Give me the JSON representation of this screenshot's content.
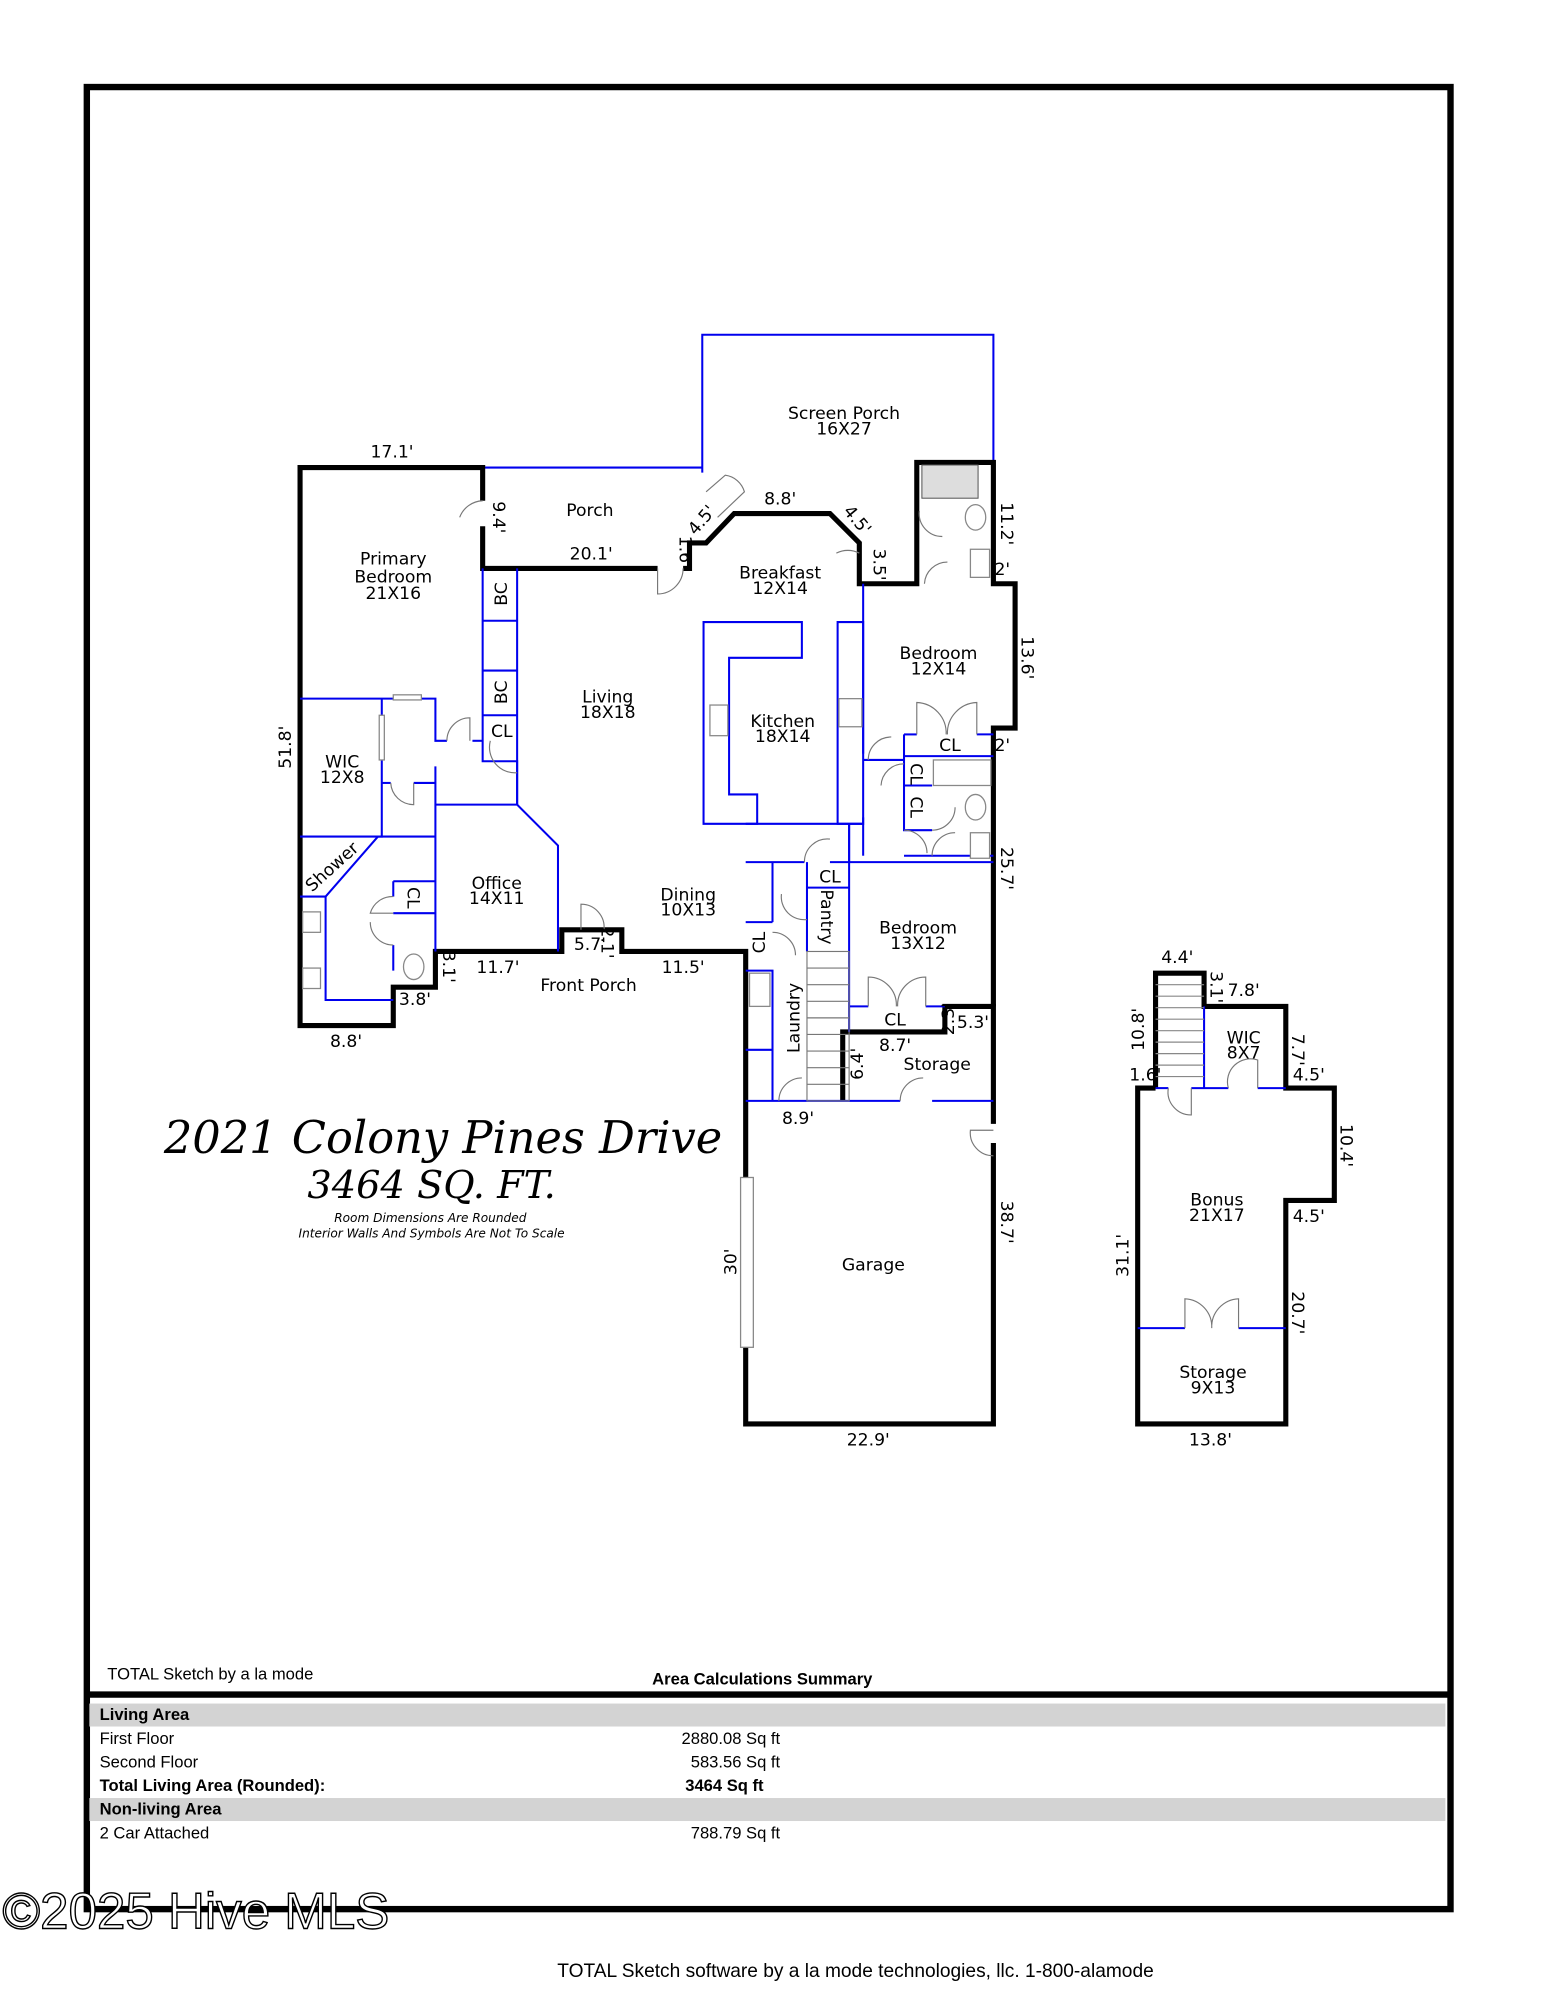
{
  "title": {
    "address": "2021 Colony Pines Drive",
    "area": "3464 SQ. FT.",
    "note_1": "Room Dimensions Are Rounded",
    "note_2": "Interior Walls And Symbols Are Not To Scale"
  },
  "rooms": [
    {
      "name": "Screen Porch",
      "size": "16X27"
    },
    {
      "name": "Porch",
      "size": ""
    },
    {
      "name": "Breakfast",
      "size": "12X14"
    },
    {
      "name": "Primary Bedroom",
      "size": "21X16"
    },
    {
      "name": "Living",
      "size": "18X18"
    },
    {
      "name": "Kitchen",
      "size": "18X14"
    },
    {
      "name": "Bedroom",
      "size": "12X14"
    },
    {
      "name": "WIC",
      "size": "12X8"
    },
    {
      "name": "Office",
      "size": "14X11"
    },
    {
      "name": "Dining",
      "size": "10X13"
    },
    {
      "name": "Bedroom",
      "size": "13X12"
    },
    {
      "name": "Front Porch",
      "size": ""
    },
    {
      "name": "Storage",
      "size": ""
    },
    {
      "name": "Garage",
      "size": ""
    },
    {
      "name": "Bonus",
      "size": "21X17"
    },
    {
      "name": "WIC",
      "size": "8X7"
    },
    {
      "name": "Storage",
      "size": "9X13"
    }
  ],
  "small_labels": [
    "BC",
    "BC",
    "CL",
    "CL",
    "CL",
    "CL",
    "CL",
    "Pantry",
    "CL",
    "CL",
    "Shower",
    "Laundry",
    "CL"
  ],
  "dimensions": [
    "17.1'",
    "9.4'",
    "20.1'",
    "4.5'",
    "1.6'",
    "8.8'",
    "4.5'",
    "3.5'",
    "11.2'",
    "2'",
    "13.6'",
    "2'",
    "25.7'",
    "51.8'",
    "8.8'",
    "3.1'",
    "11.7'",
    "5.7'",
    "2.1'",
    "11.5'",
    "3.8'",
    "2.3'",
    "5.3'",
    "8.7'",
    "6.4'",
    "8.9'",
    "38.7'",
    "30'",
    "22.9'",
    "4.4'",
    "3.1'",
    "7.8'",
    "10.8'",
    "1.6'",
    "7.7'",
    "4.5'",
    "10.4'",
    "4.5'",
    "31.1'",
    "20.7'",
    "13.8'"
  ],
  "summary": {
    "credit": "TOTAL Sketch by a la mode",
    "heading": "Area Calculations Summary",
    "rows": [
      {
        "label": "Living Area",
        "value": "",
        "kind": "section"
      },
      {
        "label": "First Floor",
        "value": "2880.08 Sq ft",
        "kind": "item"
      },
      {
        "label": "Second Floor",
        "value": "583.56 Sq ft",
        "kind": "item"
      },
      {
        "label": "Total Living Area (Rounded):",
        "value": "3464 Sq ft",
        "kind": "total"
      },
      {
        "label": "Non-living Area",
        "value": "",
        "kind": "section"
      },
      {
        "label": "2 Car Attached",
        "value": "788.79 Sq ft",
        "kind": "item"
      }
    ]
  },
  "watermark": "©2025 Hive MLS",
  "footer": "TOTAL Sketch software by a la mode technologies, llc. 1-800-alamode",
  "colors": {
    "interior_wall": "#0000ee",
    "exterior_wall": "#000000",
    "section_band": "#d3d3d3"
  }
}
